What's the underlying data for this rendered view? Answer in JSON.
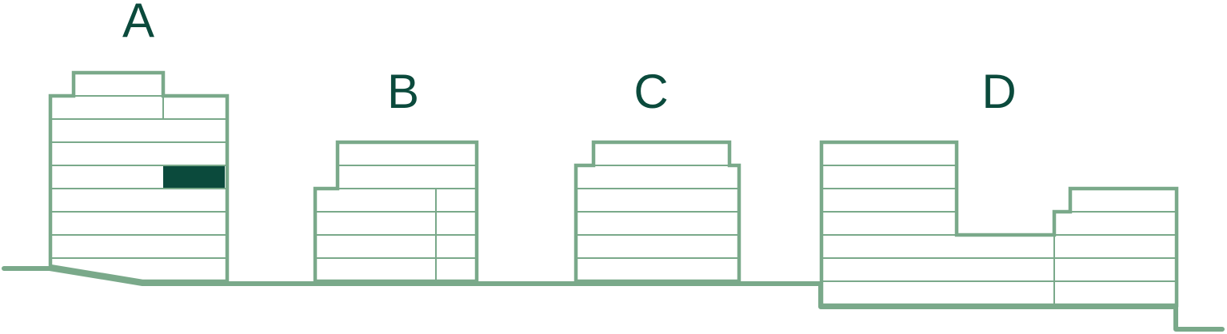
{
  "colors": {
    "outline": "#7aa98a",
    "highlight": "#0b4a3c",
    "label": "#0b4a3c"
  },
  "buildings": [
    {
      "label": "A",
      "highlighted_unit": true
    },
    {
      "label": "B",
      "highlighted_unit": false
    },
    {
      "label": "C",
      "highlighted_unit": false
    },
    {
      "label": "D",
      "highlighted_unit": false
    }
  ]
}
